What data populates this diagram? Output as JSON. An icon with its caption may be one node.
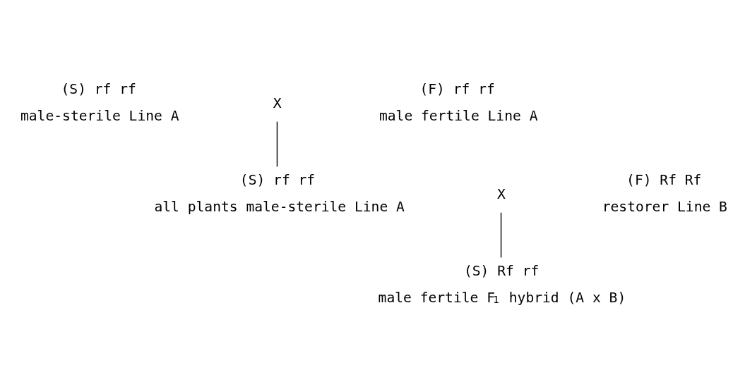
{
  "diagram": {
    "nodes": [
      {
        "text": [
          "(S) rf rf",
          "male-sterile Line A"
        ]
      },
      {
        "text": [
          "X"
        ]
      },
      {
        "text": [
          "(F) rf rf",
          "male fertile Line A"
        ]
      },
      {
        "text": [
          "(S) rf rf",
          "all plants male-sterile Line A"
        ]
      },
      {
        "text": [
          "X"
        ]
      },
      {
        "text": [
          "(F) Rf Rf",
          "restorer Line B"
        ]
      },
      {
        "text": [
          "(S) Rf rf",
          "male fertile F$_{1}$ hybrid (A x B)"
        ]
      }
    ],
    "edges": [
      {
        "from": 1,
        "to": 3,
        "arrow": "none"
      },
      {
        "from": 4,
        "to": 6,
        "arrow": "none"
      }
    ]
  }
}
